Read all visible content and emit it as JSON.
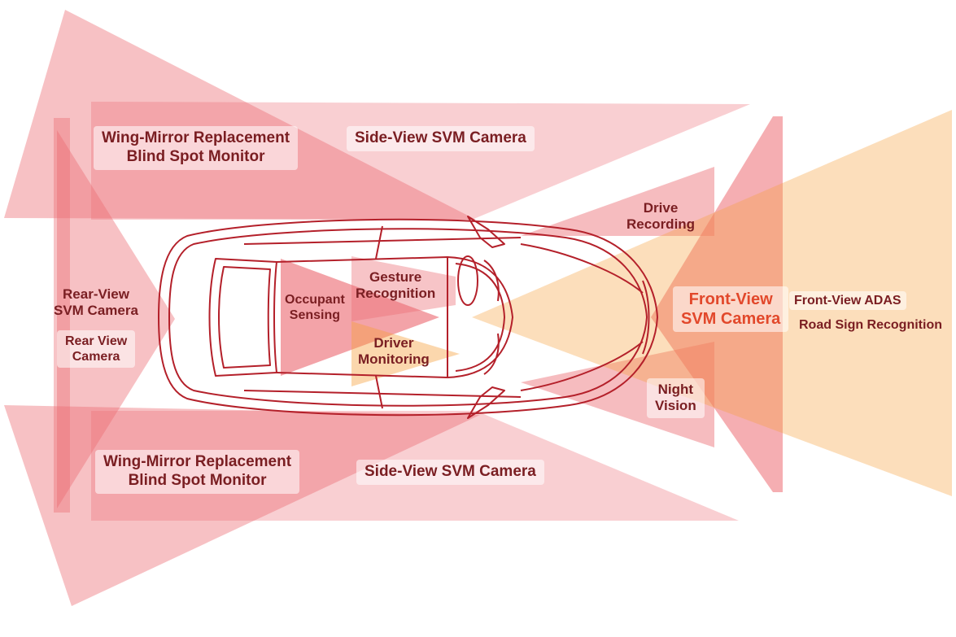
{
  "diagram": {
    "colors": {
      "coverage_red": "#ec6b72",
      "coverage_orange": "#f6a03c",
      "car_outline": "#b4202a",
      "label_text": "#7a1e22",
      "accent_text": "#e2482b"
    },
    "labels": {
      "wing_top": [
        "Wing-Mirror Replacement",
        "Blind Spot Monitor"
      ],
      "side_top": "Side-View SVM Camera",
      "drive_recording": [
        "Drive",
        "Recording"
      ],
      "rear_svm": [
        "Rear-View",
        "SVM Camera"
      ],
      "rear_view": [
        "Rear View",
        "Camera"
      ],
      "occupant": [
        "Occupant",
        "Sensing"
      ],
      "gesture": [
        "Gesture",
        "Recognition"
      ],
      "driver_monitoring": [
        "Driver",
        "Monitoring"
      ],
      "front_svm": [
        "Front-View",
        "SVM Camera"
      ],
      "front_adas": "Front-View ADAS",
      "road_sign": "Road Sign Recognition",
      "night_vision": [
        "Night",
        "Vision"
      ],
      "wing_bottom": [
        "Wing-Mirror Replacement",
        "Blind Spot Monitor"
      ],
      "side_bottom": "Side-View SVM Camera"
    }
  }
}
